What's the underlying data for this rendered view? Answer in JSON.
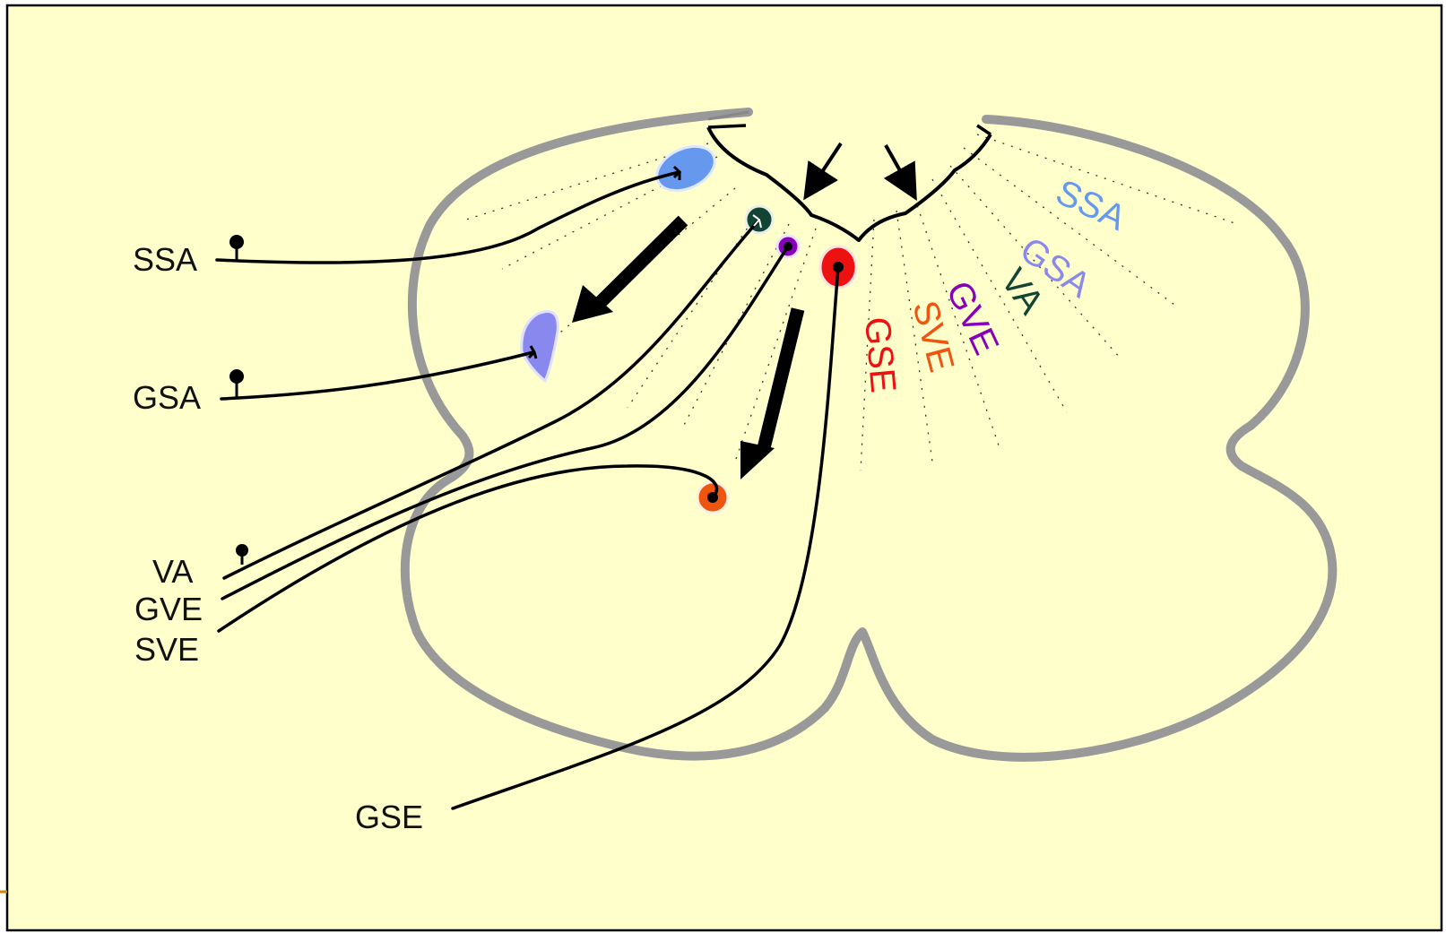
{
  "colors": {
    "background": "#ffffcc",
    "frame": "#000000",
    "outline": "#999999",
    "ssa": "#6699ee",
    "gsa": "#8888ee",
    "va": "#114433",
    "gve": "#8800bb",
    "sve": "#ee5511",
    "gse": "#ee1111",
    "accent_tick": "#cc8800"
  },
  "fiber_labels": {
    "ssa": "SSA",
    "gsa": "GSA",
    "va": "VA",
    "gve": "GVE",
    "sve": "SVE",
    "gse": "GSE"
  },
  "column_labels": {
    "ssa": "SSA",
    "gsa": "GSA",
    "va": "VA",
    "gve": "GVE",
    "sve": "SVE",
    "gse": "GSE"
  },
  "icons": {
    "arrow_large": "arrow-large-icon",
    "arrow_small": "arrow-small-icon",
    "ganglion": "ganglion-icon"
  }
}
